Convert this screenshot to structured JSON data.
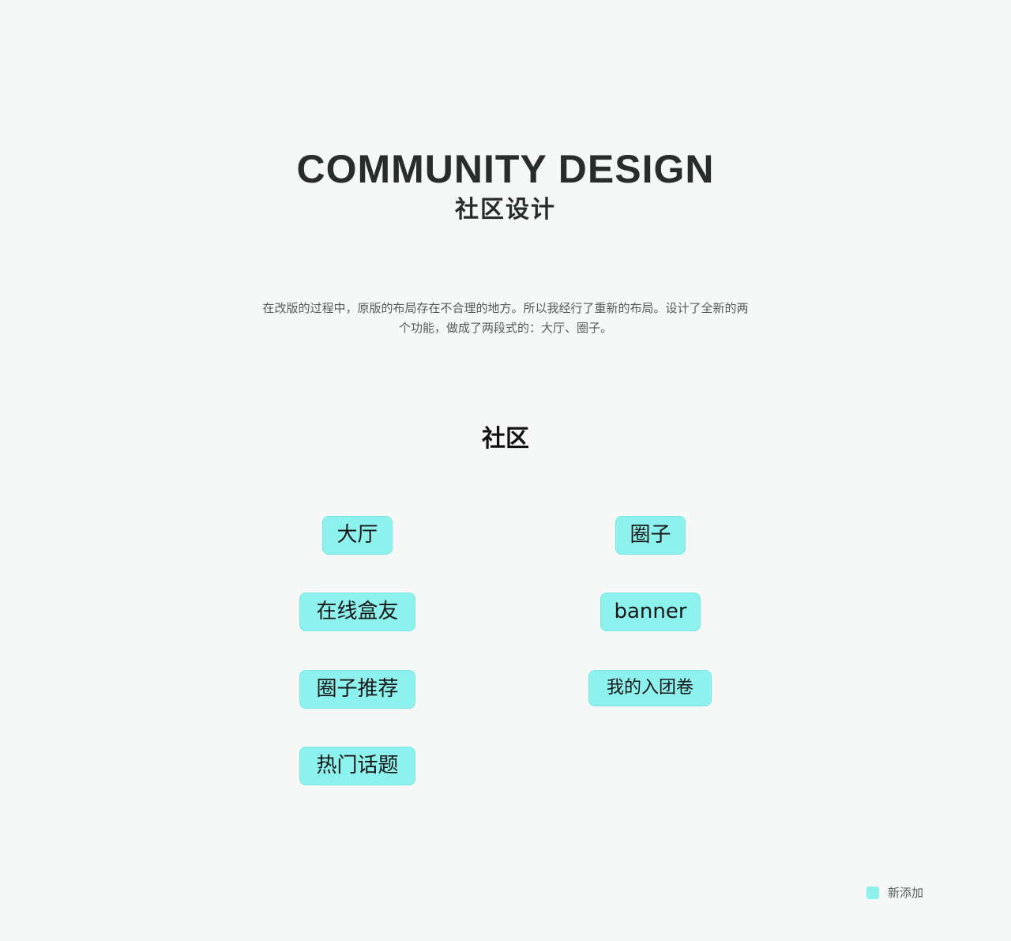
{
  "header": {
    "title": "COMMUNITY DESIGN",
    "subtitle": "社区设计"
  },
  "description": {
    "line1": "在改版的过程中，原版的布局存在不合理的地方。所以我经行了重新的布局。设计了全新的两",
    "line2": "个功能，做成了两段式的：大厅、圈子。"
  },
  "section": {
    "title": "社区"
  },
  "diagram": {
    "left_column": {
      "head": "大厅",
      "items": [
        "在线盒友",
        "圈子推荐",
        "热门话题"
      ]
    },
    "right_column": {
      "head": "圈子",
      "items": [
        "banner",
        "我的入团卷"
      ]
    }
  },
  "legend": {
    "label": "新添加",
    "color": "#8df2ee"
  }
}
